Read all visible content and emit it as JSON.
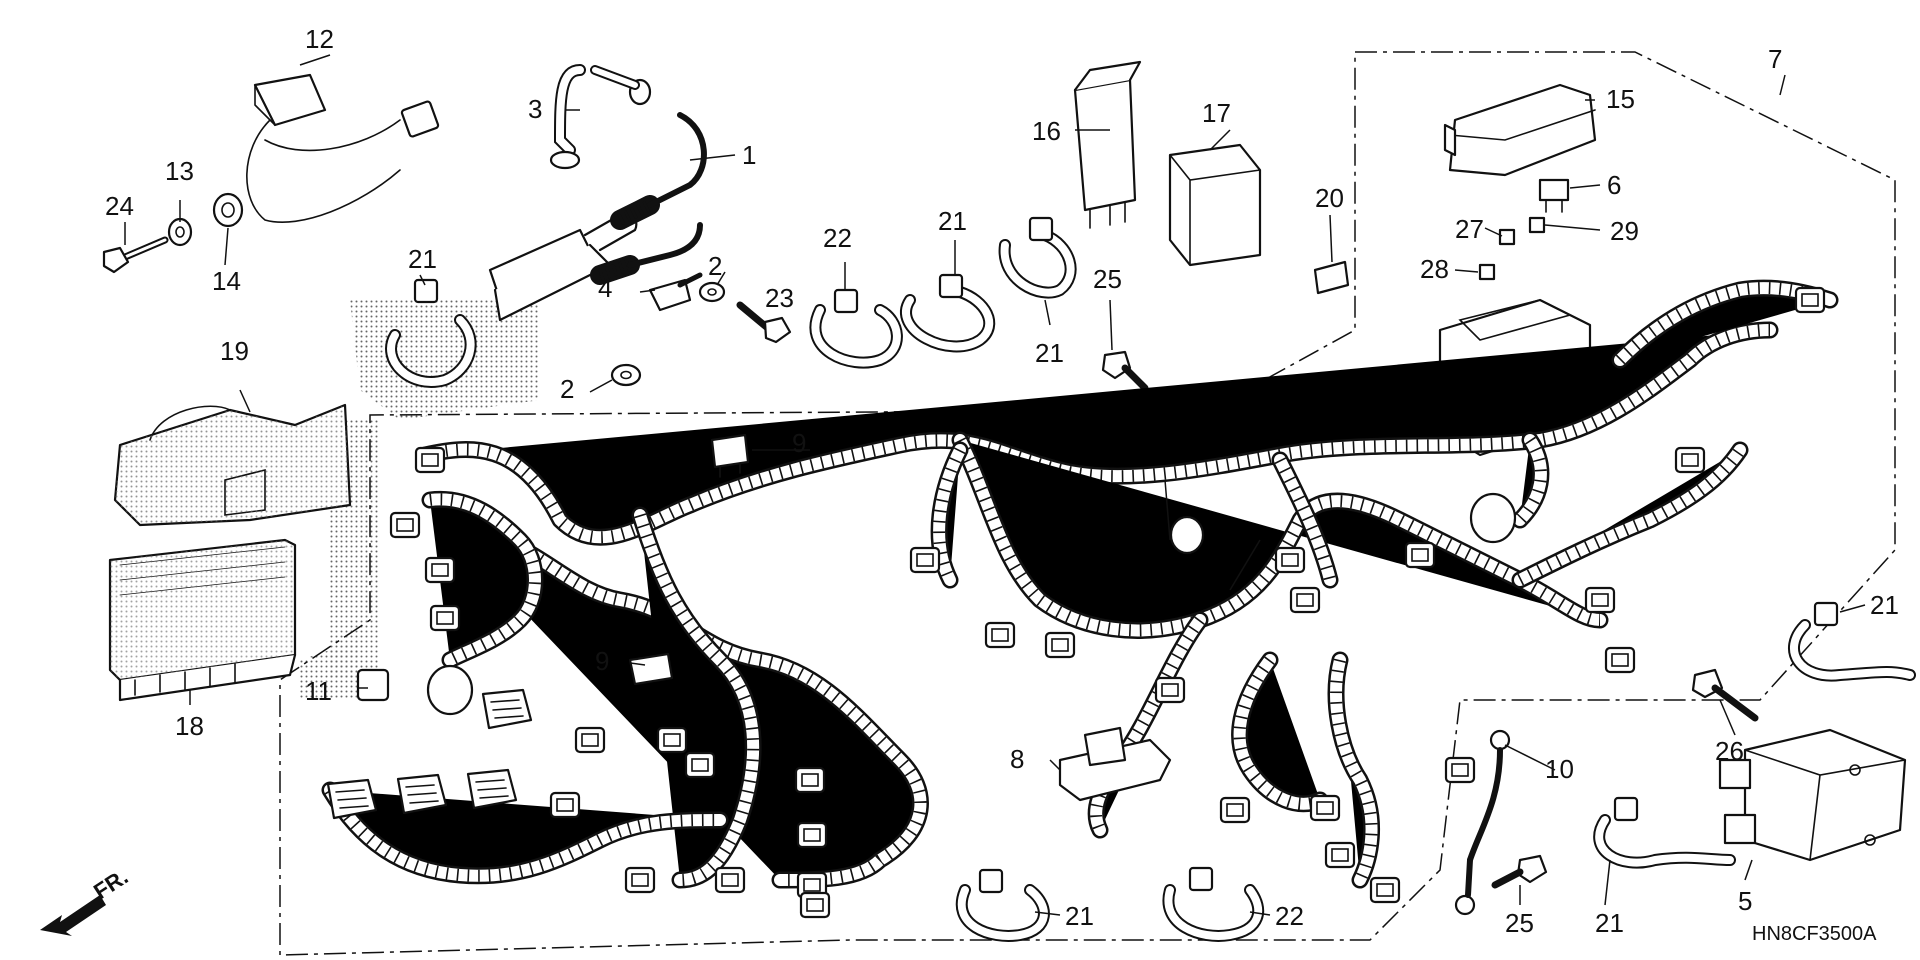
{
  "diagram": {
    "code": "HN8CF3500A",
    "direction": "FR.",
    "labels": [
      "1",
      "2",
      "2",
      "3",
      "4",
      "5",
      "6",
      "7",
      "8",
      "9",
      "9",
      "10",
      "11",
      "12",
      "13",
      "14",
      "15",
      "16",
      "17",
      "18",
      "19",
      "20",
      "21",
      "21",
      "21",
      "21",
      "21",
      "21",
      "21",
      "22",
      "22",
      "23",
      "24",
      "25",
      "25",
      "26",
      "27",
      "28",
      "29"
    ]
  }
}
